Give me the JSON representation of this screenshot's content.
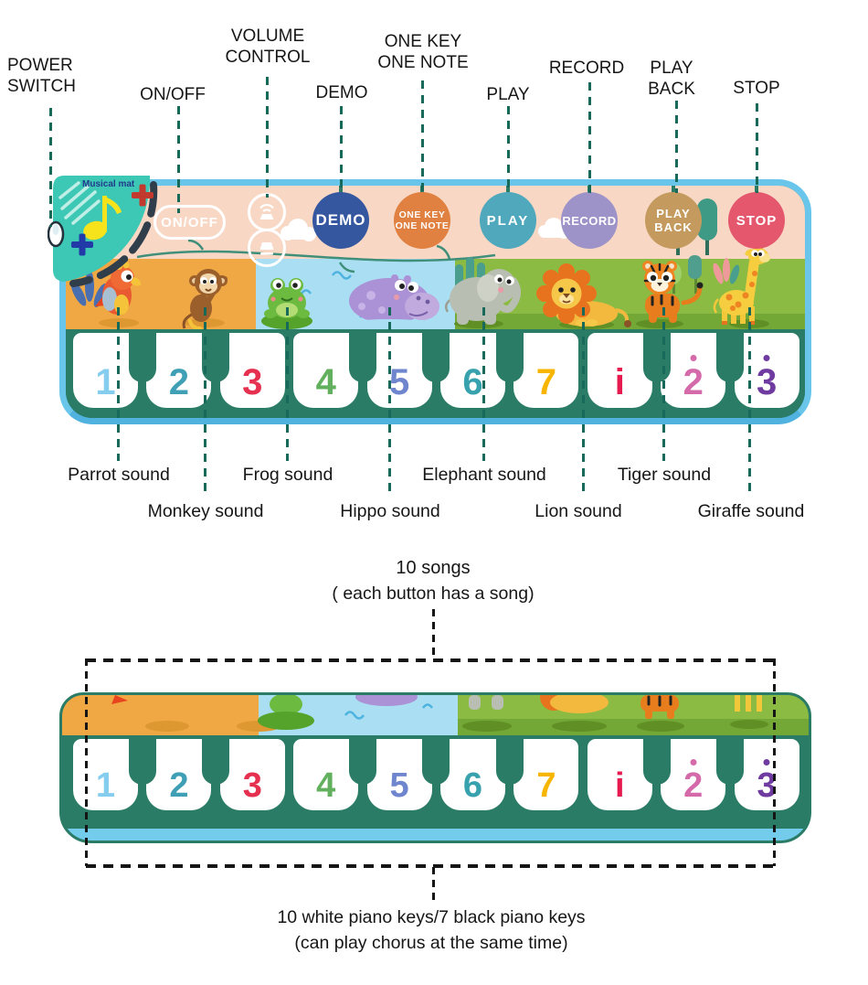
{
  "callouts": {
    "power_switch": "POWER\nSWITCH",
    "on_off": "ON/OFF",
    "volume_control": "VOLUME\nCONTROL",
    "demo": "DEMO",
    "one_key_one_note": "ONE KEY\nONE NOTE",
    "play": "PLAY",
    "record": "RECORD",
    "play_back": "PLAY\nBACK",
    "stop": "STOP"
  },
  "mat": {
    "brand": "Musical mat",
    "buttons": {
      "on_off": {
        "label": "ON/OFF"
      },
      "demo": {
        "label": "DEMO",
        "color": "#35579f"
      },
      "one_key": {
        "label": "ONE KEY\nONE NOTE",
        "color": "#e08142"
      },
      "play": {
        "label": "PLAY",
        "color": "#4fa8bc"
      },
      "record": {
        "label": "RECORD",
        "color": "#9d93c8"
      },
      "play_back": {
        "label": "PLAY\nBACK",
        "color": "#c49a5e"
      },
      "stop": {
        "label": "STOP",
        "color": "#e4576c"
      }
    },
    "keys": [
      {
        "num": "1",
        "color": "#85cdee",
        "dot": false
      },
      {
        "num": "2",
        "color": "#3f9fb5",
        "dot": false
      },
      {
        "num": "3",
        "color": "#e63050",
        "dot": false
      },
      {
        "num": "4",
        "color": "#62b05e",
        "dot": false
      },
      {
        "num": "5",
        "color": "#6f86cf",
        "dot": false
      },
      {
        "num": "6",
        "color": "#37a2ae",
        "dot": false
      },
      {
        "num": "7",
        "color": "#f8b500",
        "dot": false
      },
      {
        "num": "i",
        "color": "#e71a4f",
        "dot": false
      },
      {
        "num": "2",
        "color": "#d46aaa",
        "dot": true
      },
      {
        "num": "3",
        "color": "#6f3ba0",
        "dot": true
      }
    ],
    "animals": [
      "Parrot",
      "Monkey",
      "Frog",
      "Hippo",
      "Elephant",
      "Lion",
      "Tiger",
      "Giraffe"
    ]
  },
  "sound_labels": {
    "row1": [
      "Parrot sound",
      "Frog sound",
      "Elephant sound",
      "Tiger sound"
    ],
    "row2": [
      "Monkey sound",
      "Hippo sound",
      "Lion sound",
      "Giraffe sound"
    ]
  },
  "annotations": {
    "songs_line1": "10 songs",
    "songs_line2": "( each button has a song)",
    "keys_line1": "10 white piano keys/7 black piano keys",
    "keys_line2": "(can play chorus at the same time)"
  }
}
